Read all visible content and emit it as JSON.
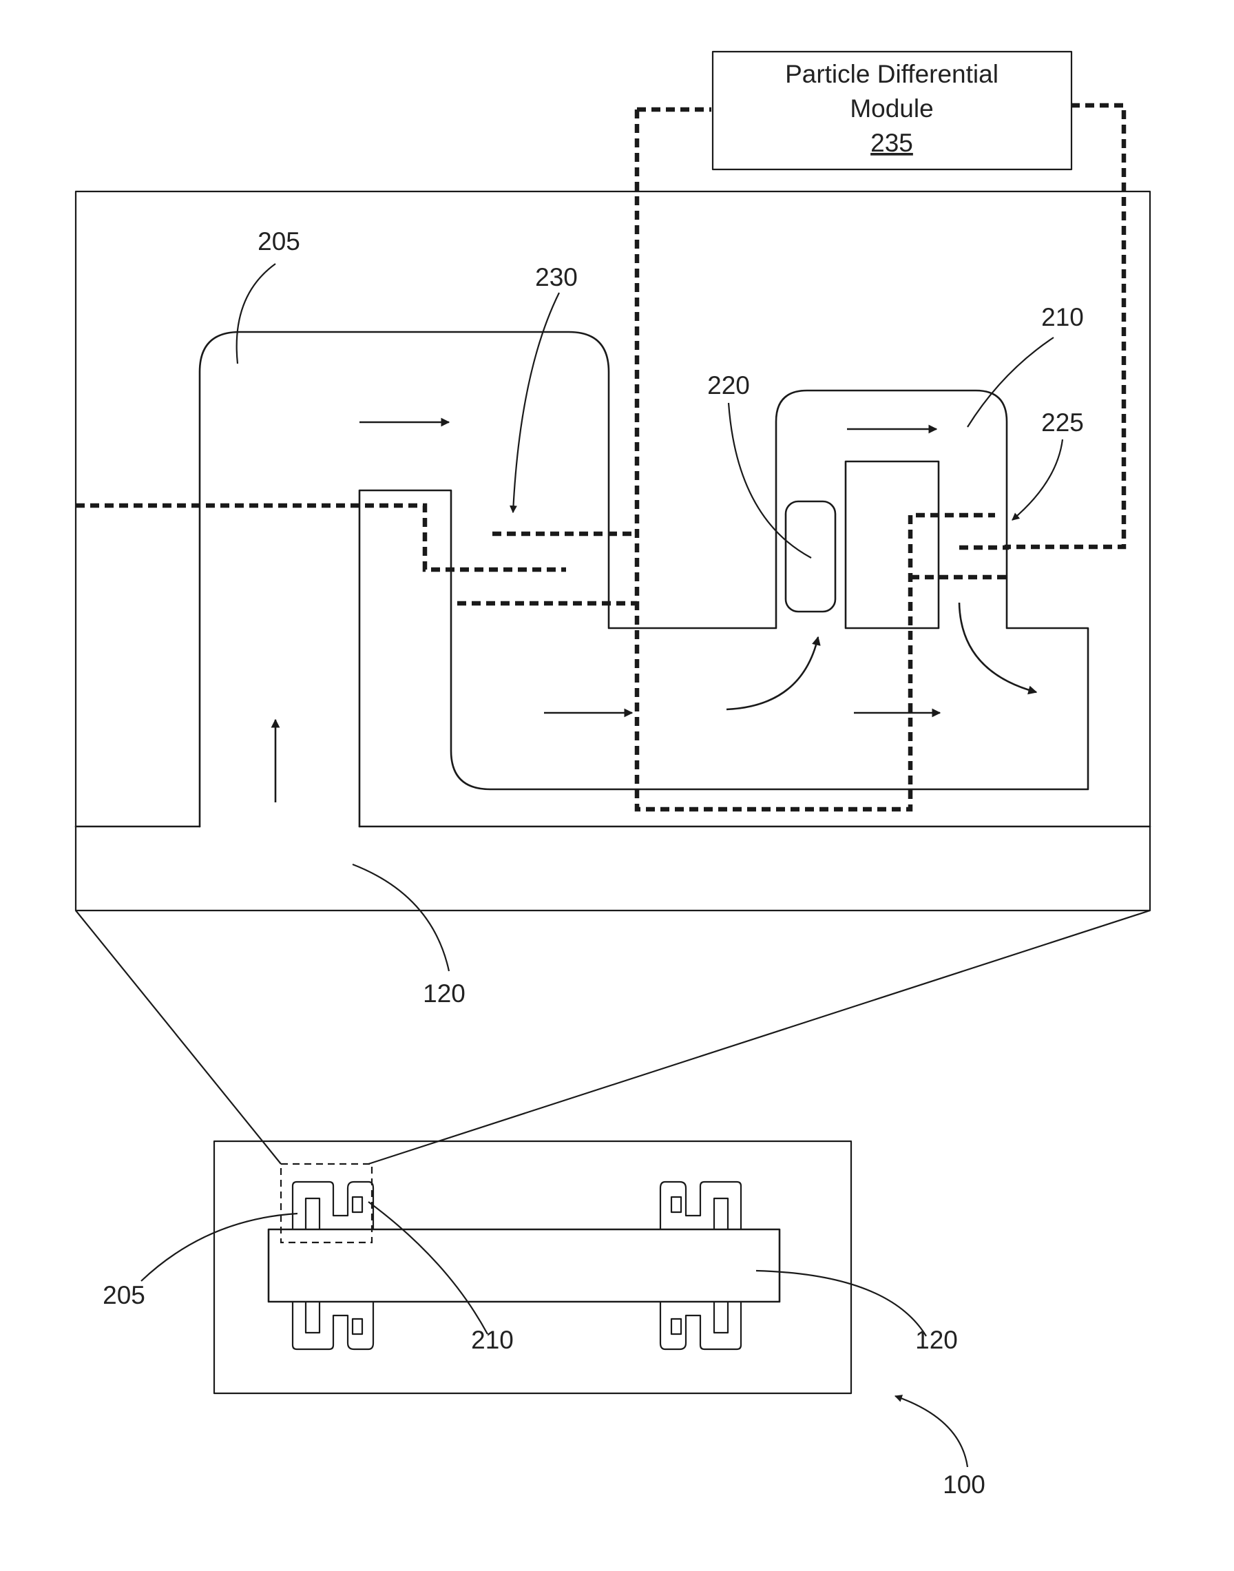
{
  "module": {
    "title_line1": "Particle Differential",
    "title_line2": "Module",
    "ref": "235"
  },
  "labels": {
    "inlet_channel": "205",
    "outlet_channel": "210",
    "trap": "220",
    "electrode_outlet": "225",
    "electrode_inlet": "230",
    "main_channel": "120",
    "overview_inlet": "205",
    "overview_outlet": "210",
    "overview_main": "120",
    "device": "100"
  }
}
